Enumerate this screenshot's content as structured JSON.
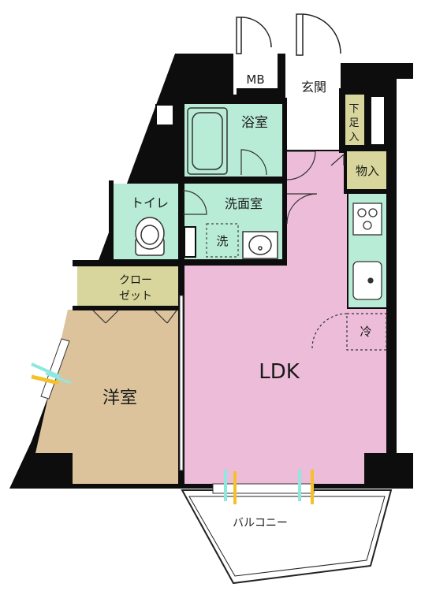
{
  "rooms": {
    "mb": "MB",
    "entrance": "玄関",
    "bath": "浴室",
    "shoe_storage": [
      "下",
      "足",
      "入"
    ],
    "storage": "物入",
    "toilet": "トイレ",
    "washroom": "洗面室",
    "washer": "洗",
    "closet": [
      "クロー",
      "ゼット"
    ],
    "fridge": "冷",
    "ldk": "LDK",
    "western_room": "洋室",
    "balcony": "バルコニー"
  },
  "colors": {
    "wall": "#0d0d0d",
    "wet_area": "#b8ecd6",
    "ldk": "#ecbcd8",
    "western_room": "#dcc39c",
    "closet": "#d8d69c",
    "storage": "#d8d69c",
    "kitchen": "#b8ecd6",
    "window_cyan": "#8fe8e0",
    "window_yellow": "#f5c02a"
  }
}
